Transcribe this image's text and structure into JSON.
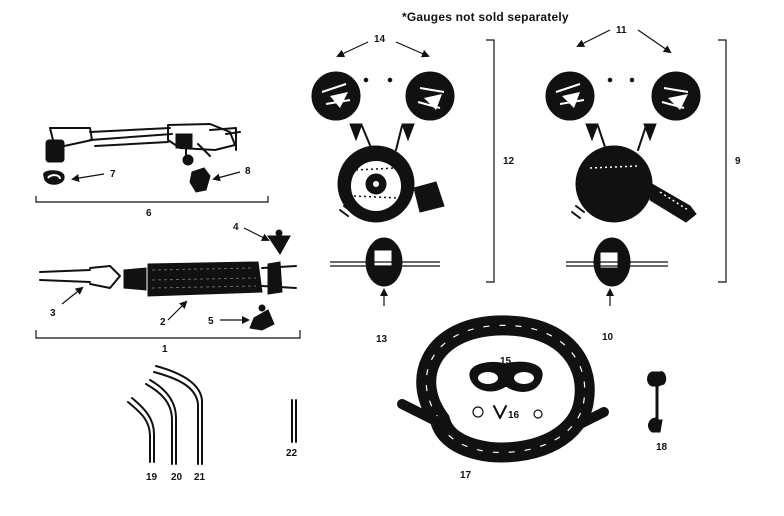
{
  "note": "*Gauges not sold separately",
  "callouts": {
    "c1": "1",
    "c2": "2",
    "c3": "3",
    "c4": "4",
    "c5": "5",
    "c6": "6",
    "c7": "7",
    "c8": "8",
    "c9": "9",
    "c10": "10",
    "c11": "11",
    "c12": "12",
    "c13": "13",
    "c14": "14",
    "c15": "15",
    "c16": "16",
    "c17": "17",
    "c18": "18",
    "c19": "19",
    "c20": "20",
    "c21": "21",
    "c22": "22"
  }
}
